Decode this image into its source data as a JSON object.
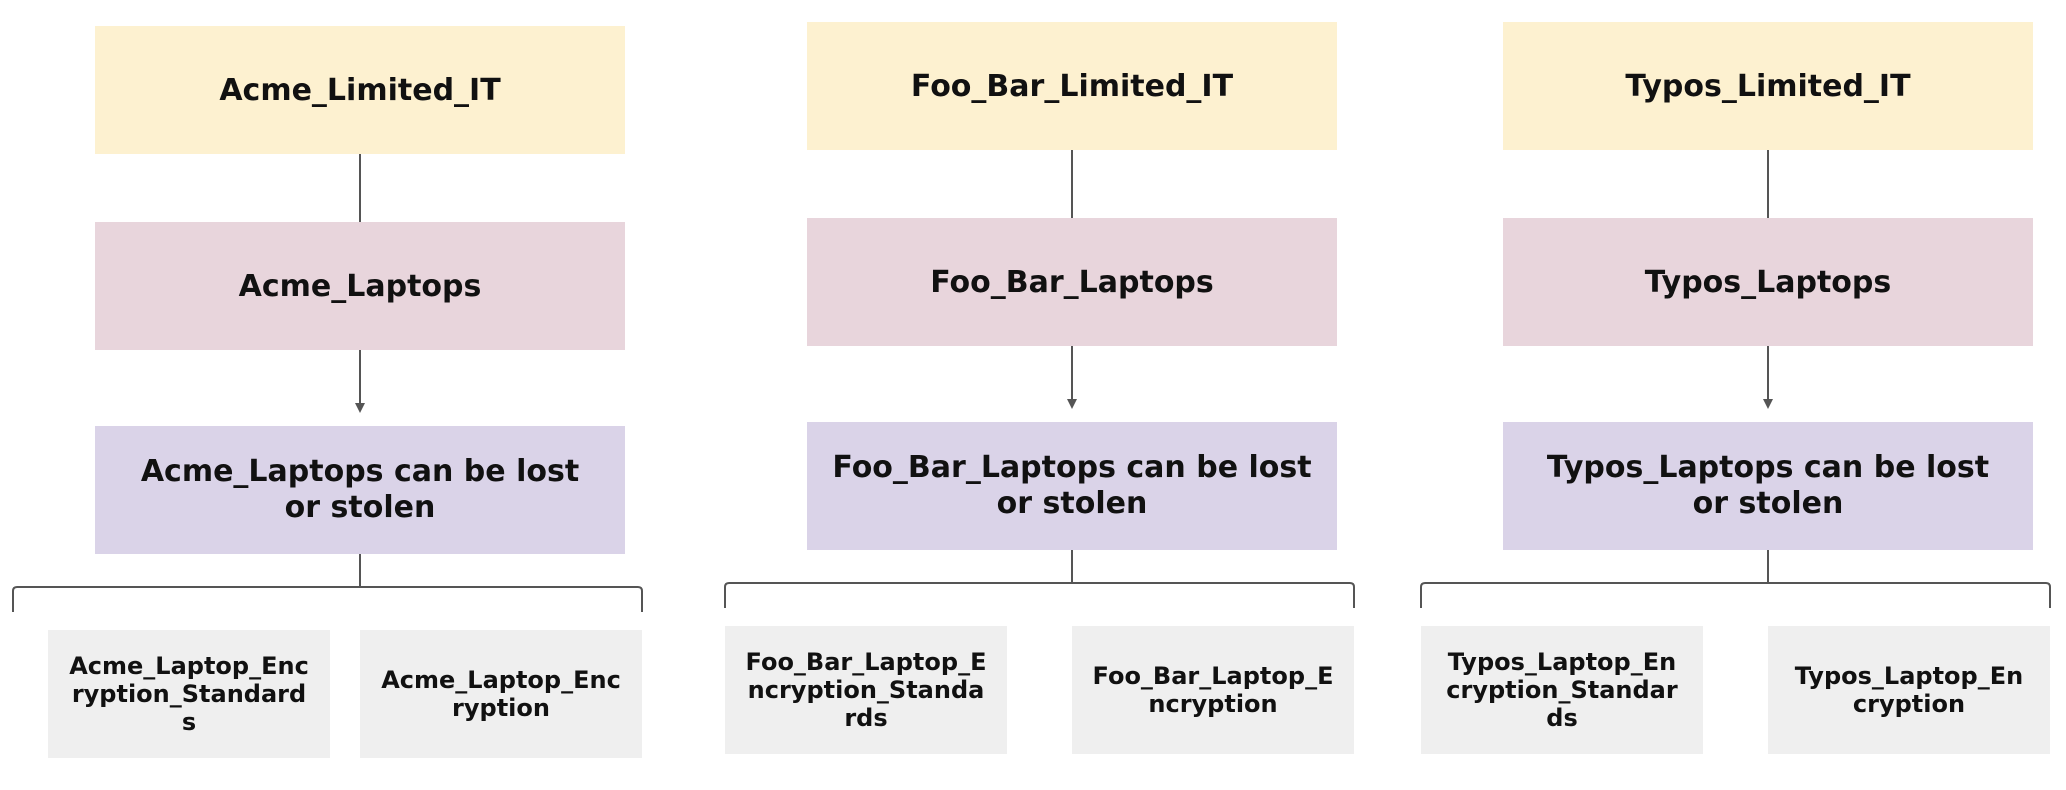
{
  "colors": {
    "org": "#fdf1d0",
    "asset": "#e8d5dc",
    "threat": "#dad3e8",
    "control": "#efefef",
    "connector": "#555555"
  },
  "trees": [
    {
      "org": "Acme_Limited_IT",
      "asset": "Acme_Laptops",
      "threat": "Acme_Laptops can be lost or stolen",
      "controls": [
        "Acme_Laptop_Encryption_Standards",
        "Acme_Laptop_Encryption"
      ]
    },
    {
      "org": "Foo_Bar_Limited_IT",
      "asset": "Foo_Bar_Laptops",
      "threat": "Foo_Bar_Laptops can be lost or stolen",
      "controls": [
        "Foo_Bar_Laptop_Encryption_Standards",
        "Foo_Bar_Laptop_Encryption"
      ]
    },
    {
      "org": "Typos_Limited_IT",
      "asset": "Typos_Laptops",
      "threat": "Typos_Laptops can be lost or stolen",
      "controls": [
        "Typos_Laptop_Encryption_Standards",
        "Typos_Laptop_Encryption"
      ]
    }
  ]
}
